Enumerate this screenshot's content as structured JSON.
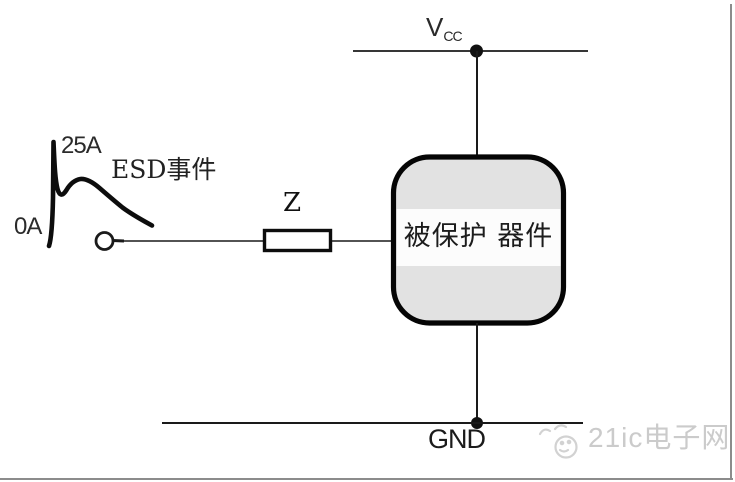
{
  "diagram": {
    "power_rail": {
      "label": "V",
      "label_sub": "CC"
    },
    "esd_waveform": {
      "peak_label": "25A",
      "zero_label": "0A",
      "event_label": "ESD事件"
    },
    "impedance": {
      "label": "Z"
    },
    "protected_device": {
      "label": "被保护 器件"
    },
    "ground_rail": {
      "label": "GND"
    }
  },
  "watermark": {
    "text": "21ic电子网"
  },
  "colors": {
    "line": "#1a1a1a",
    "box_fill": "#e2e2e2",
    "box_band": "#fcfcfc",
    "watermark_gray": "#cbcbcb",
    "frame_shadow": "#8c8c8c"
  }
}
